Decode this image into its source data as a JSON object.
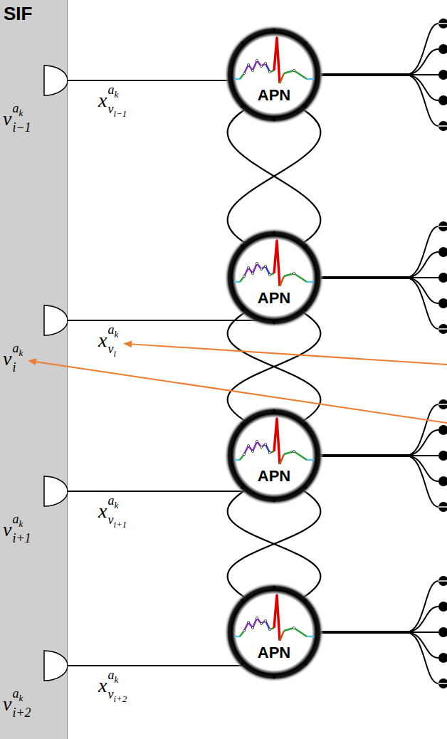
{
  "diagram": {
    "nodes": [
      {
        "text": [
          "SIF"
        ]
      },
      {
        "text": [
          "APN"
        ]
      },
      {
        "text": [
          "APN"
        ]
      },
      {
        "text": [
          "APN"
        ]
      },
      {
        "text": [
          "APN"
        ]
      }
    ],
    "edges": [
      {
        "from": 0,
        "to": 1,
        "arrow": "none"
      },
      {
        "from": 0,
        "to": 2,
        "arrow": "none"
      },
      {
        "from": 0,
        "to": 3,
        "arrow": "none"
      },
      {
        "from": 0,
        "to": 4,
        "arrow": "none"
      },
      {
        "from": 1,
        "to": 2,
        "arrow": "none"
      },
      {
        "from": 2,
        "to": 3,
        "arrow": "none"
      },
      {
        "from": 3,
        "to": 4,
        "arrow": "none"
      }
    ],
    "labels": [
      "v",
      "a",
      "k",
      "i−1",
      "x",
      "a",
      "k",
      "v",
      "i−1",
      "v",
      "a",
      "k",
      "i",
      "x",
      "a",
      "k",
      "v",
      "i",
      "v",
      "a",
      "k",
      "i+1",
      "x",
      "a",
      "k",
      "v",
      "i+1",
      "v",
      "a",
      "k",
      "i+2",
      "x",
      "a",
      "k",
      "v",
      "i+2"
    ]
  }
}
